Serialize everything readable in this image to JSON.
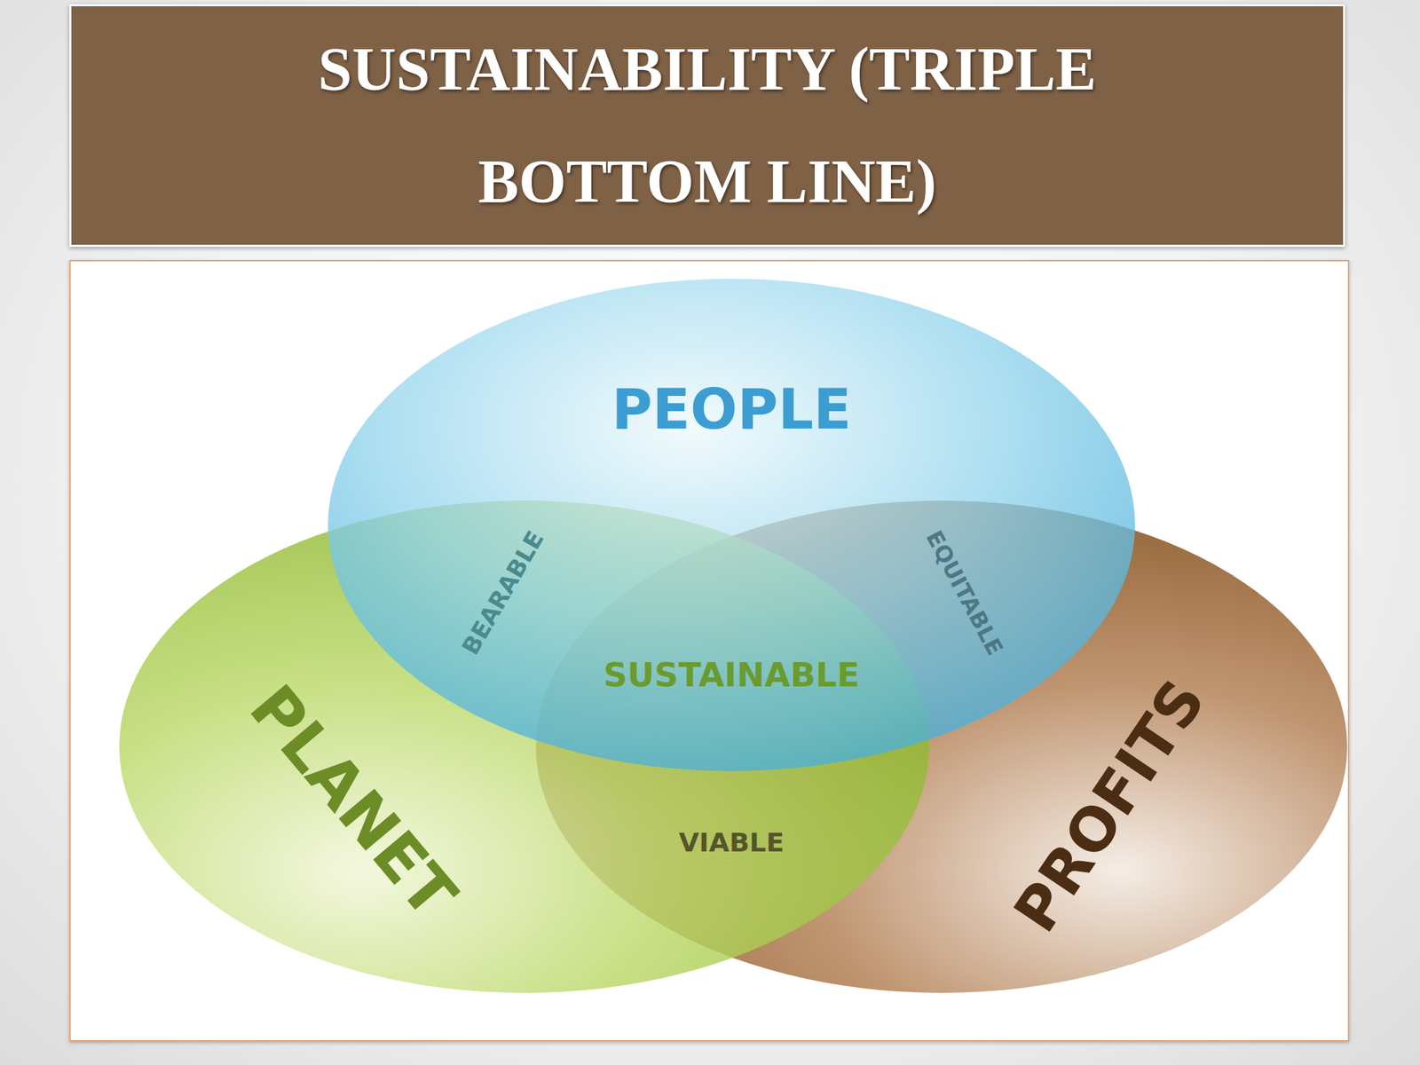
{
  "diagram": {
    "title": "SUSTAINABILITY (TRIPLE BOTTOM LINE)",
    "nodes": [
      {
        "text": [
          "PEOPLE"
        ]
      },
      {
        "text": [
          "PLANET"
        ]
      },
      {
        "text": [
          "PROFITS"
        ]
      }
    ],
    "labels": [
      "BEARABLE",
      "EQUITABLE",
      "SUSTAINABLE",
      "VIABLE"
    ]
  }
}
